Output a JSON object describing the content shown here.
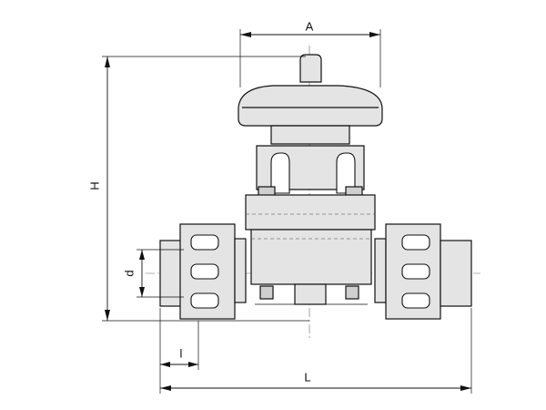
{
  "dimensions": {
    "A": "A",
    "H": "H",
    "d": "d",
    "l": "l",
    "L": "L"
  }
}
